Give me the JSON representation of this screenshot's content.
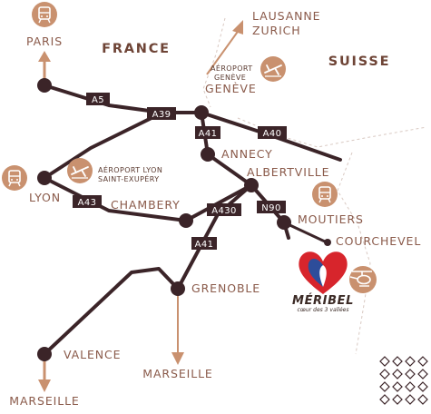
{
  "countries": {
    "france": "FRANCE",
    "switzerland": "SUISSE"
  },
  "cities": {
    "paris": "PARIS",
    "lausanne": "LAUSANNE",
    "zurich": "ZURICH",
    "geneve": "GENÈVE",
    "annecy": "ANNECY",
    "albertville": "ALBERTVILLE",
    "lyon": "LYON",
    "chambery": "CHAMBERY",
    "moutiers": "MOUTIERS",
    "courchevel": "COURCHEVEL",
    "grenoble": "GRENOBLE",
    "valence": "VALENCE",
    "marseille_center": "MARSEILLE",
    "marseille_left": "MARSEILLE"
  },
  "airports": {
    "geneve_line1": "AÉROPORT",
    "geneve_line2": "GENÈVE",
    "lyon_line1": "AÉROPORT LYON",
    "lyon_line2": "SAINT-EXUPÉRY"
  },
  "roads": {
    "a5": "A5",
    "a39": "A39",
    "a41_north": "A41",
    "a40": "A40",
    "a43": "A43",
    "a430": "A430",
    "n90": "N90",
    "a41_south": "A41"
  },
  "brand": {
    "name": "MÉRIBEL",
    "tagline": "cœur des 3 vallées"
  },
  "icons": [
    "train-icon",
    "plane-icon",
    "helicopter-icon"
  ],
  "colors": {
    "road": "#3b2428",
    "accent": "#c9916f",
    "text": "#8a5a4a",
    "heart_blue": "#2d4d9a",
    "heart_red": "#d7252c"
  }
}
